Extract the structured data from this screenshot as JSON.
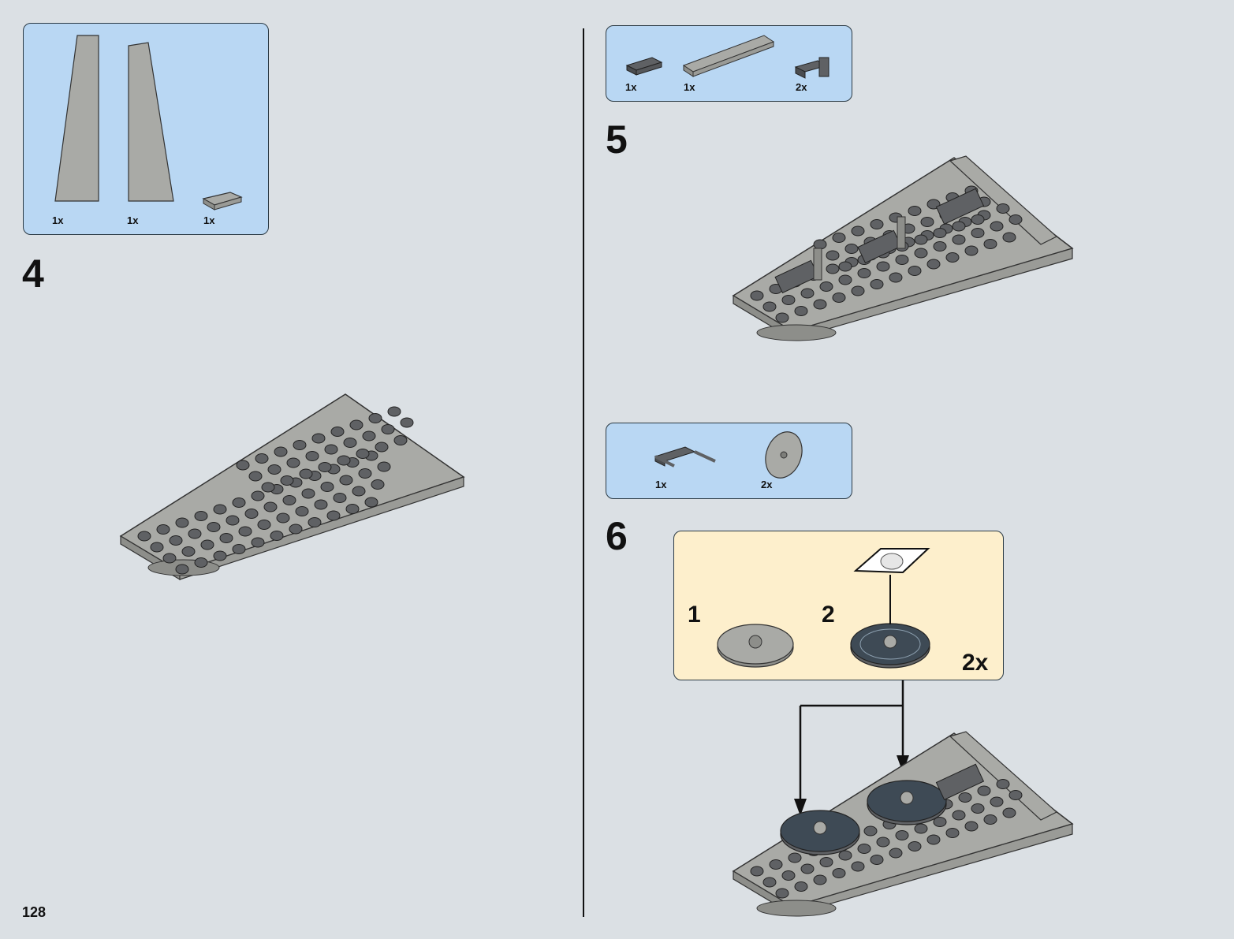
{
  "page": {
    "number": "128"
  },
  "colors": {
    "background": "#dbe0e4",
    "parts_box": "#b9d7f3",
    "sub_assembly_box": "#fdefcc",
    "brick_light_gray": "#a9aaa6",
    "brick_dark_gray": "#5f6164"
  },
  "step4": {
    "number": "4",
    "parts": [
      {
        "icon": "left-wing-wedge-plate-icon",
        "qty": "1x"
      },
      {
        "icon": "right-wing-wedge-plate-icon",
        "qty": "1x"
      },
      {
        "icon": "plate-1x2-icon",
        "qty": "1x"
      }
    ]
  },
  "step5": {
    "number": "5",
    "parts": [
      {
        "icon": "dark-plate-1x2-icon",
        "qty": "1x"
      },
      {
        "icon": "long-tile-icon",
        "qty": "1x"
      },
      {
        "icon": "bracket-plate-icon",
        "qty": "2x"
      }
    ]
  },
  "step6": {
    "number": "6",
    "parts": [
      {
        "icon": "hinge-plate-icon",
        "qty": "1x"
      },
      {
        "icon": "round-dish-icon",
        "qty": "2x"
      }
    ],
    "sub_assembly": {
      "sub1": "1",
      "sub2": "2",
      "multiplier": "2x"
    }
  }
}
